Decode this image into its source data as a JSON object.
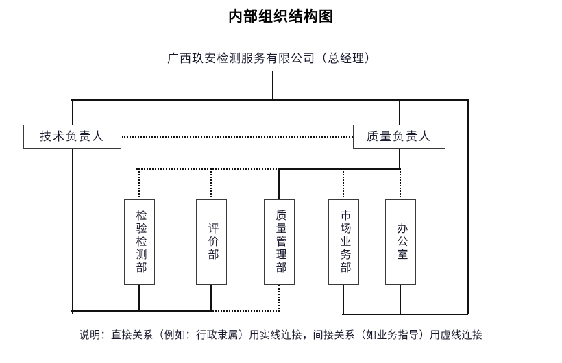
{
  "title": "内部组织结构图",
  "nodes": {
    "top": "广西玖安检测服务有限公司（总经理）",
    "technical_director": "技术负责人",
    "quality_director": "质量负责人",
    "departments": [
      {
        "label": "检验检测部"
      },
      {
        "label": "评价部"
      },
      {
        "label": "质量管理部"
      },
      {
        "label": "市场业务部"
      },
      {
        "label": "办公室"
      }
    ]
  },
  "legend": "说明：直接关系（例如：行政隶属）用实线连接，间接关系（如业务指导）用虚线连接",
  "colors": {
    "line": "#111111",
    "box_border": "#3a3a3a",
    "text": "#1a1a2e",
    "background": "#ffffff"
  },
  "chart_data": {
    "type": "diagram",
    "diagram_type": "organization-chart",
    "title": "内部组织结构图",
    "line_styles": {
      "solid": "直接关系（行政隶属）",
      "dotted": "间接关系（业务指导）"
    },
    "nodes": [
      {
        "id": "gm",
        "label": "广西玖安检测服务有限公司（总经理）",
        "level": 0
      },
      {
        "id": "tech",
        "label": "技术负责人",
        "level": 1
      },
      {
        "id": "qual",
        "label": "质量负责人",
        "level": 1
      },
      {
        "id": "d1",
        "label": "检验检测部",
        "level": 2
      },
      {
        "id": "d2",
        "label": "评价部",
        "level": 2
      },
      {
        "id": "d3",
        "label": "质量管理部",
        "level": 2
      },
      {
        "id": "d4",
        "label": "市场业务部",
        "level": 2
      },
      {
        "id": "d5",
        "label": "办公室",
        "level": 2
      }
    ],
    "edges": [
      {
        "from": "gm",
        "to": "tech",
        "style": "solid"
      },
      {
        "from": "gm",
        "to": "qual",
        "style": "solid"
      },
      {
        "from": "tech",
        "to": "qual",
        "style": "dotted"
      },
      {
        "from": "tech",
        "to": "d1",
        "style": "solid"
      },
      {
        "from": "tech",
        "to": "d2",
        "style": "solid"
      },
      {
        "from": "tech",
        "to": "d3",
        "style": "dotted"
      },
      {
        "from": "tech",
        "to": "d4",
        "style": "solid"
      },
      {
        "from": "tech",
        "to": "d5",
        "style": "solid"
      },
      {
        "from": "qual",
        "to": "d1",
        "style": "dotted"
      },
      {
        "from": "qual",
        "to": "d2",
        "style": "dotted"
      },
      {
        "from": "qual",
        "to": "d3",
        "style": "solid"
      },
      {
        "from": "qual",
        "to": "d4",
        "style": "dotted"
      },
      {
        "from": "qual",
        "to": "d5",
        "style": "dotted"
      }
    ]
  }
}
